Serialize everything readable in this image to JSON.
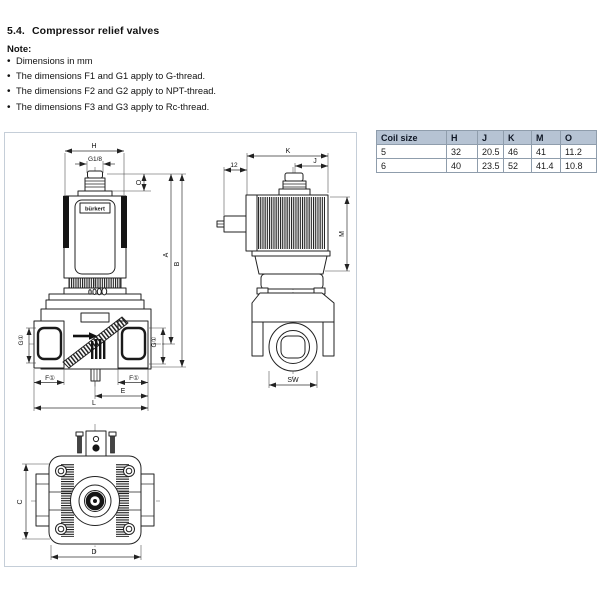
{
  "page": {
    "section_number": "5.4.",
    "section_title": "Compressor relief valves",
    "note_label": "Note:",
    "notes": [
      "Dimensions in mm",
      "The dimensions F1 and G1 apply to G-thread.",
      "The dimensions F2 and G2 apply to NPT-thread.",
      "The dimensions F3 and G3 apply to Rc-thread."
    ]
  },
  "table": {
    "header": [
      "Coil size",
      "H",
      "J",
      "K",
      "M",
      "O"
    ],
    "rows": [
      [
        "5",
        "32",
        "20.5",
        "46",
        "41",
        "11.2"
      ],
      [
        "6",
        "40",
        "23.5",
        "52",
        "41.4",
        "10.8"
      ]
    ]
  },
  "drawings": {
    "front_view": {
      "dim_h": "H",
      "dim_thread": "G1/8",
      "dim_o": "O",
      "dim_a": "A",
      "dim_b": "B",
      "dim_g_left": "G①",
      "dim_g_right": "G①",
      "dim_f_left": "F①",
      "dim_f_right": "F①",
      "dim_e": "E",
      "dim_l": "L",
      "brand": "bürkert"
    },
    "side_view": {
      "dim_12": "12",
      "dim_k": "K",
      "dim_j": "J",
      "dim_m": "M",
      "dim_sw": "SW"
    },
    "bottom_view": {
      "dim_c": "C",
      "dim_d": "D"
    }
  },
  "colors": {
    "table_header_bg": "#b6c3d3",
    "table_border": "#8f9dac",
    "frame_border": "#c5ced8",
    "drawing_line": "#222222"
  }
}
